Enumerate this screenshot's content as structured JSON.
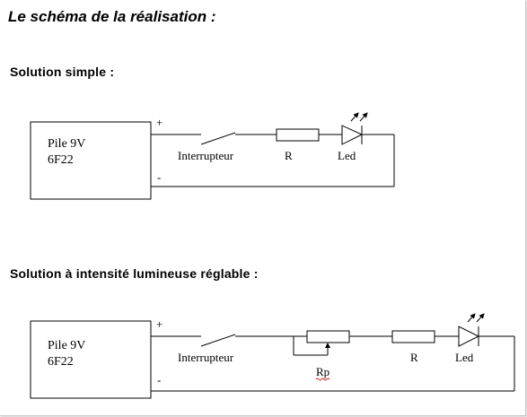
{
  "page_title": "Le schéma de la réalisation :",
  "sections": [
    {
      "heading": "Solution simple :",
      "battery": {
        "line1": "Pile 9V",
        "line2": "6F22"
      },
      "plus": "+",
      "minus": "-",
      "switch_label": "Interrupteur",
      "resistor_label": "R",
      "led_label": "Led"
    },
    {
      "heading": "Solution à intensité lumineuse réglable :",
      "battery": {
        "line1": "Pile 9V",
        "line2": "6F22"
      },
      "plus": "+",
      "minus": "-",
      "switch_label": "Interrupteur",
      "potentiometer_label": "Rp",
      "resistor_label": "R",
      "led_label": "Led"
    }
  ]
}
